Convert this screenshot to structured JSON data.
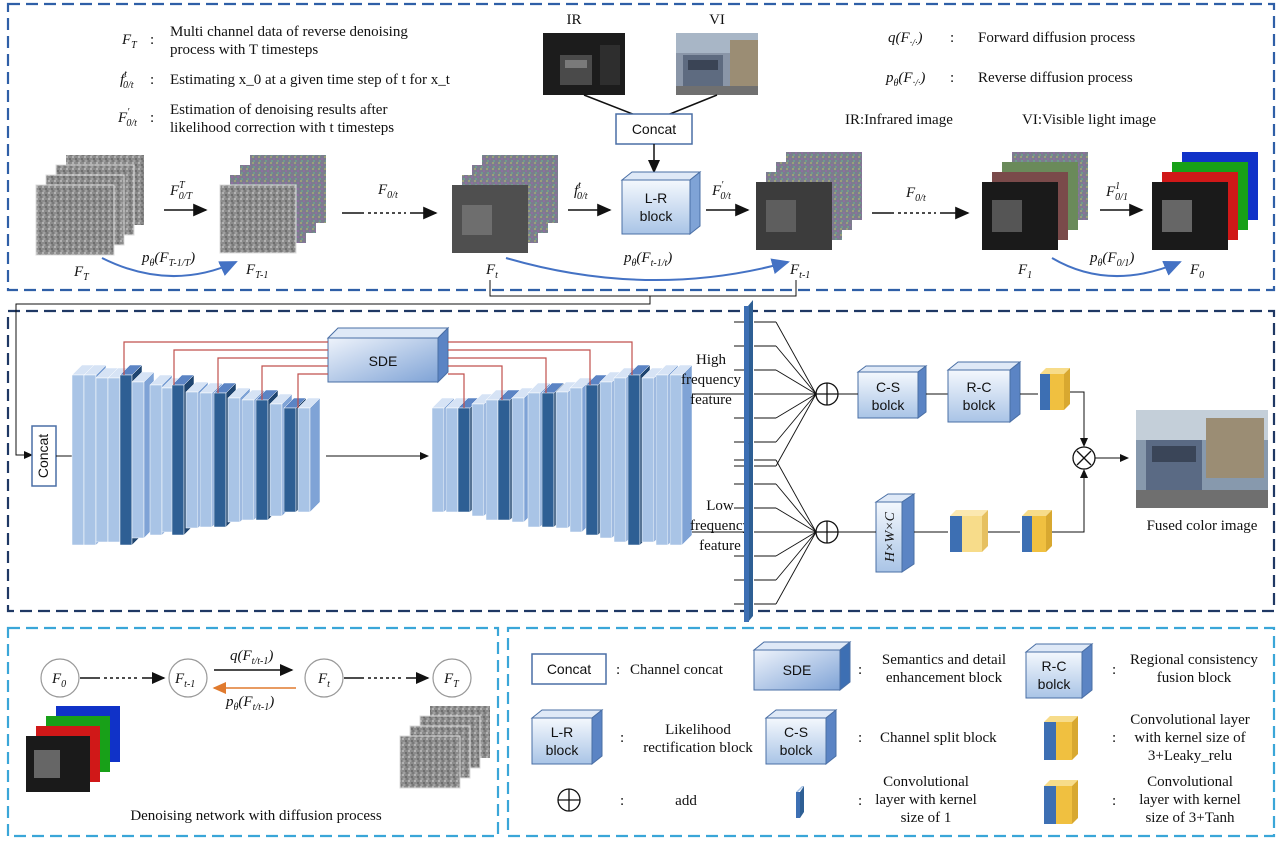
{
  "legend_top": {
    "ft_symbol": "F_T",
    "ft_text_line1": "Multi channel data of reverse denoising",
    "ft_text_line2": "process with T timesteps",
    "f0t_symbol": "f'_0/t",
    "f0t_text": "Estimating x_0 at a given time step of t for x_t",
    "F0t_symbol": "F'_0/t",
    "F0t_text_line1": "Estimation of denoising results after",
    "F0t_text_line2": "likelihood correction with t timesteps",
    "q_symbol": "q(F./.)",
    "q_text": "Forward diffusion process",
    "p_symbol": "pθ(F./.)",
    "p_text": "Reverse diffusion process",
    "ir_label": "IR:Infrared image",
    "vi_label": "VI:Visible light image"
  },
  "inputs": {
    "ir_title": "IR",
    "vi_title": "VI",
    "concat": "Concat"
  },
  "lr_block": {
    "line1": "L-R",
    "line2": "block"
  },
  "pipeline": {
    "FT": "F_T",
    "FT1": "F_T-1",
    "Ft": "F_t",
    "Ft1": "F_t-1",
    "F1": "F_1",
    "F0": "F_0",
    "a1": "F^T_0/T",
    "a2": "F_0/t",
    "a3": "f'_0/t",
    "a4": "F'_0/t",
    "a5": "F_0/t",
    "a6": "F^1_0/1",
    "p1": "pθ(F_T-1/T)",
    "p2": "pθ(F_t-1/t)",
    "p3": "pθ(F_0/1)"
  },
  "network": {
    "concat": "Concat",
    "sde": "SDE",
    "high_feature": [
      "High",
      "frequency",
      "feature"
    ],
    "low_feature": [
      "Low",
      "frequency",
      "feature"
    ],
    "cs_block": [
      "C-S",
      "bolck"
    ],
    "rc_block": [
      "R-C",
      "bolck"
    ],
    "hwc": "H×W×C",
    "output_label": "Fused color image"
  },
  "bottom_left": {
    "nodes": [
      "F_0",
      "F_t-1",
      "F_t",
      "F_T"
    ],
    "q_label": "q(F_t/t-1)",
    "p_label": "pθ(F_t/t-1)",
    "caption": "Denoising network with diffusion process"
  },
  "legend_bottom": {
    "concat": "Concat",
    "concat_desc": "Channel concat",
    "sde": "SDE",
    "sde_desc": [
      "Semantics and detail",
      "enhancement block"
    ],
    "rc": [
      "R-C",
      "bolck"
    ],
    "rc_desc": [
      "Regional consistency",
      "fusion block"
    ],
    "lr": [
      "L-R",
      "block"
    ],
    "lr_desc": [
      "Likelihood",
      "rectification block"
    ],
    "cs": [
      "C-S",
      "bolck"
    ],
    "cs_desc": "Channel split block",
    "conv_leaky_desc": [
      "Convolutional layer",
      "with kernel size of",
      "3+Leaky_relu"
    ],
    "add_desc": "add",
    "conv1_desc": [
      "Convolutional",
      "layer with kernel",
      "size of 1"
    ],
    "conv_tanh_desc": [
      "Convolutional",
      "layer with kernel",
      "size of 3+Tanh"
    ]
  },
  "colors": {
    "top_border": "#2f5fa7",
    "middle_border": "#1f3864",
    "bottom_border": "#3aa6d8",
    "arrow_blue": "#4472c4",
    "arrow_orange": "#e07a2e",
    "red_line": "#c0504d",
    "layer_dark": "#2e5f94",
    "layer_light": "#a9c4e6",
    "yellow": "#f0c040"
  }
}
